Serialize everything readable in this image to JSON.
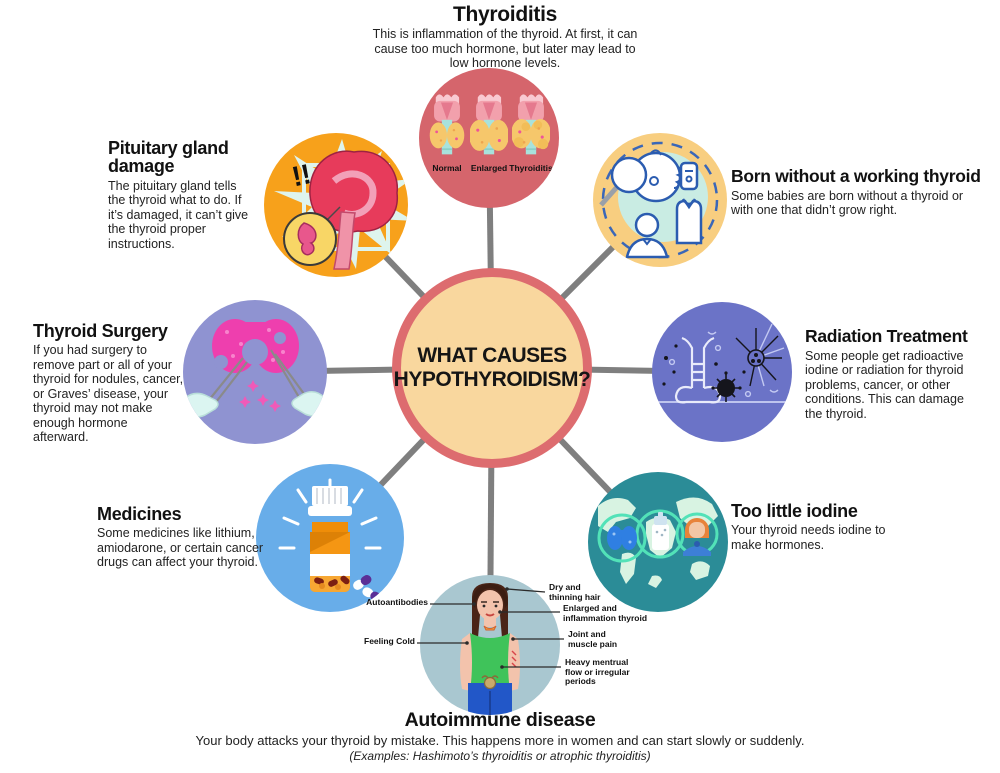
{
  "center": {
    "title_line1": "WHAT CAUSES",
    "title_line2": "HYPOTHYROIDISM?"
  },
  "colors": {
    "center_fill": "#f9d79e",
    "center_ring": "#dd6c6f",
    "connector": "#7f7f7f",
    "thyroiditis_circle": "#d5656c",
    "pituitary_circle": "#f7a11b",
    "born_circle": "#f8ce80",
    "surgery_circle": "#8f93d1",
    "radiation_circle": "#6b73c7",
    "medicines_circle": "#68ade9",
    "iodine_circle": "#2b8c97",
    "autoimmune_circle": "#a9c7d0"
  },
  "sections": {
    "thyroiditis": {
      "heading": "Thyroiditis",
      "body": "This is inflammation of the thyroid. At first, it can cause too much hormone, but later may lead to low hormone levels.",
      "icon_labels": [
        "Normal",
        "Enlarged",
        "Thyroiditis"
      ]
    },
    "pituitary": {
      "heading": "Pituitary gland damage",
      "body": "The pituitary gland tells the thyroid what to do. If it’s damaged, it can’t give the thyroid proper instructions.",
      "exclamation": "!!"
    },
    "born": {
      "heading": "Born without a working thyroid",
      "body": "Some babies are born without a thyroid or with one that didn’t grow right."
    },
    "surgery": {
      "heading": "Thyroid Surgery",
      "body": "If you had surgery to remove part or all of your thyroid for nodules, cancer, or Graves’ disease, your thyroid may not make enough hormone afterward."
    },
    "radiation": {
      "heading": "Radiation Treatment",
      "body": "Some people get radioactive iodine or radiation for thyroid problems, cancer, or other conditions. This can damage the thyroid."
    },
    "medicines": {
      "heading": "Medicines",
      "body": "Some medicines like lithium, amiodarone, or certain cancer drugs can affect your thyroid."
    },
    "iodine": {
      "heading": "Too little iodine",
      "body": "Your thyroid needs iodine to make hormones."
    },
    "autoimmune": {
      "heading": "Autoimmune disease",
      "body": "Your body attacks your thyroid by mistake. This happens more in women and can start slowly or suddenly.",
      "examples": "(Examples: Hashimoto’s thyroiditis or atrophic thyroiditis)",
      "callouts": {
        "autoantibodies": "Autoantibodies",
        "feeling_cold": "Feeling Cold",
        "dry_hair": "Dry and thinning hair",
        "enlarged_thyroid": "Enlarged and inflammation thyroid",
        "joint_pain": "Joint and muscle pain",
        "heavy_flow": "Heavy mentrual flow or irregular periods"
      }
    }
  }
}
